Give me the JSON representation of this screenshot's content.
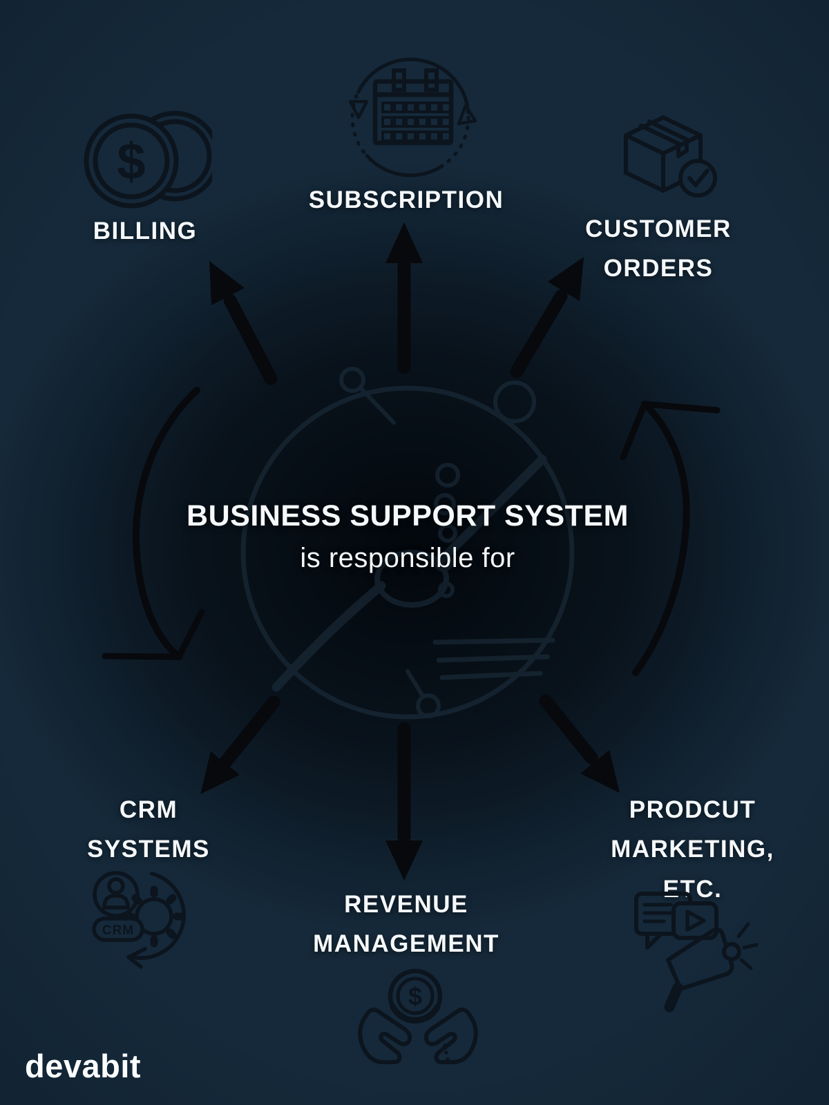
{
  "colors": {
    "background": "#15293A",
    "center_blob": "#04080C",
    "text": "#F5F8FA",
    "line_art": "#0C141D",
    "arrow": "#07090D"
  },
  "center": {
    "title": "BUSINESS SUPPORT SYSTEM",
    "subtitle": "is responsible for"
  },
  "glyphs": {
    "dollar": "$",
    "crm_badge": "CRM"
  },
  "nodes": {
    "billing": {
      "icon": "coins-dollar-icon",
      "lines": [
        "BILLING"
      ]
    },
    "subscription": {
      "icon": "calendar-renewal-icon",
      "lines": [
        "SUBSCRIPTION"
      ]
    },
    "customer_orders": {
      "icon": "package-check-icon",
      "lines": [
        "CUSTOMER",
        "ORDERS"
      ]
    },
    "crm_systems": {
      "icon": "crm-person-gear-icon",
      "lines": [
        "CRM",
        "SYSTEMS"
      ]
    },
    "revenue_management": {
      "icon": "hands-holding-coin-icon",
      "lines": [
        "REVENUE",
        "MANAGEMENT"
      ]
    },
    "product_marketing": {
      "icon": "megaphone-promotion-icon",
      "lines": [
        "PRODCUT",
        "MARKETING,",
        "ETC."
      ]
    }
  },
  "footer": {
    "brand": "devabit"
  }
}
